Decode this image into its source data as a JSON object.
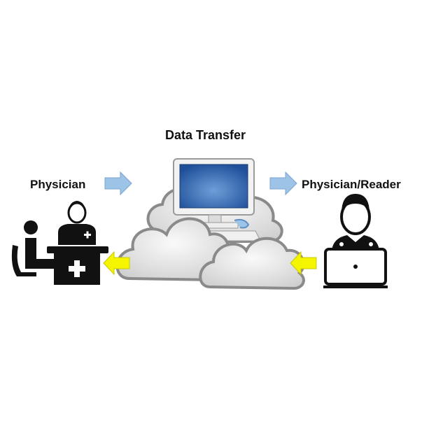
{
  "title": "Data Transfer",
  "labels": {
    "left": "Physician",
    "right": "Physician/Reader"
  },
  "icons": {
    "left_actor": "physician-desk-icon",
    "center": "cloud-computer-icon",
    "right_actor": "physician-laptop-icon"
  },
  "colors": {
    "blue_arrow": "#9dc3e6",
    "yellow_arrow": "#f5f500",
    "screen": "#3d6fb4",
    "cloud": "#e6e6e6",
    "cloud_outline": "#888888",
    "icon": "#111111"
  }
}
